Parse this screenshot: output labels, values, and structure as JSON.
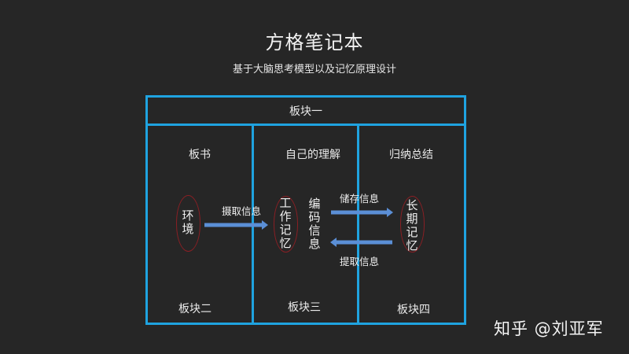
{
  "title": "方格笔记本",
  "subtitle": "基于大脑思考模型以及记忆原理设计",
  "colors": {
    "background": "#262626",
    "border": "#1fa3e0",
    "ellipse": "#8a1f24",
    "arrow": "#5b8fd6",
    "text": "#ececec"
  },
  "diagram": {
    "header_block": "板块一",
    "columns": [
      {
        "heading": "板书",
        "footer": "板块二"
      },
      {
        "heading": "自己的理解",
        "footer": "板块三"
      },
      {
        "heading": "归纳总结",
        "footer": "板块四"
      }
    ],
    "nodes": {
      "environment": "环境",
      "working_memory": "工作记忆",
      "long_term_memory": "长期记忆",
      "encode": "编码信息"
    },
    "arrows": {
      "perceive": "摄取信息",
      "store": "储存信息",
      "retrieve": "提取信息"
    }
  },
  "watermark": "知乎 @刘亚军"
}
